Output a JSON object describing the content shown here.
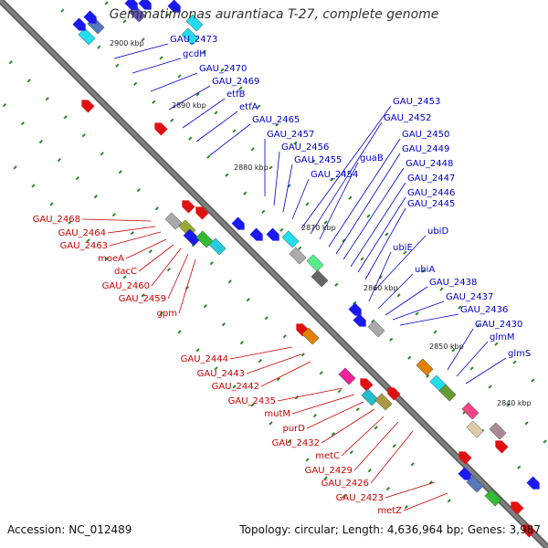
{
  "title": "Gemmatimonas aurantiaca T-27, complete genome",
  "footer": {
    "accession": "Accession: NC_012489",
    "summary": "Topology: circular; Length: 4,636,964 bp; Genes: 3,987"
  },
  "colors": {
    "forward_label": "#0000cc",
    "reverse_label": "#cc0000",
    "backbone": "#808080",
    "tick": "#2a8a2a"
  },
  "scale_marks": [
    "2900 kbp",
    "2890 kbp",
    "2880 kbp",
    "2870 kbp",
    "2860 kbp",
    "2850 kbp",
    "2840 kbp"
  ],
  "forward_labels": [
    "GAU_2473",
    "gcdH",
    "GAU_2470",
    "GAU_2469",
    "etfB",
    "etfA",
    "GAU_2465",
    "GAU_2457",
    "GAU_2456",
    "GAU_2455",
    "GAU_2454",
    "GAU_2453",
    "GAU_2452",
    "guaB",
    "GAU_2450",
    "GAU_2449",
    "GAU_2448",
    "GAU_2447",
    "GAU_2446",
    "GAU_2445",
    "ubiD",
    "ubiE",
    "ubiA",
    "GAU_2438",
    "GAU_2437",
    "GAU_2436",
    "GAU_2430",
    "glmM",
    "glmS"
  ],
  "reverse_labels": [
    "GAU_2468",
    "GAU_2464",
    "GAU_2463",
    "moeA",
    "dacC",
    "GAU_2460",
    "GAU_2459",
    "gpm",
    "GAU_2444",
    "GAU_2443",
    "GAU_2442",
    "GAU_2435",
    "mutM",
    "purD",
    "GAU_2432",
    "metC",
    "GAU_2429",
    "GAU_2426",
    "GAU_2423",
    "metZ"
  ]
}
